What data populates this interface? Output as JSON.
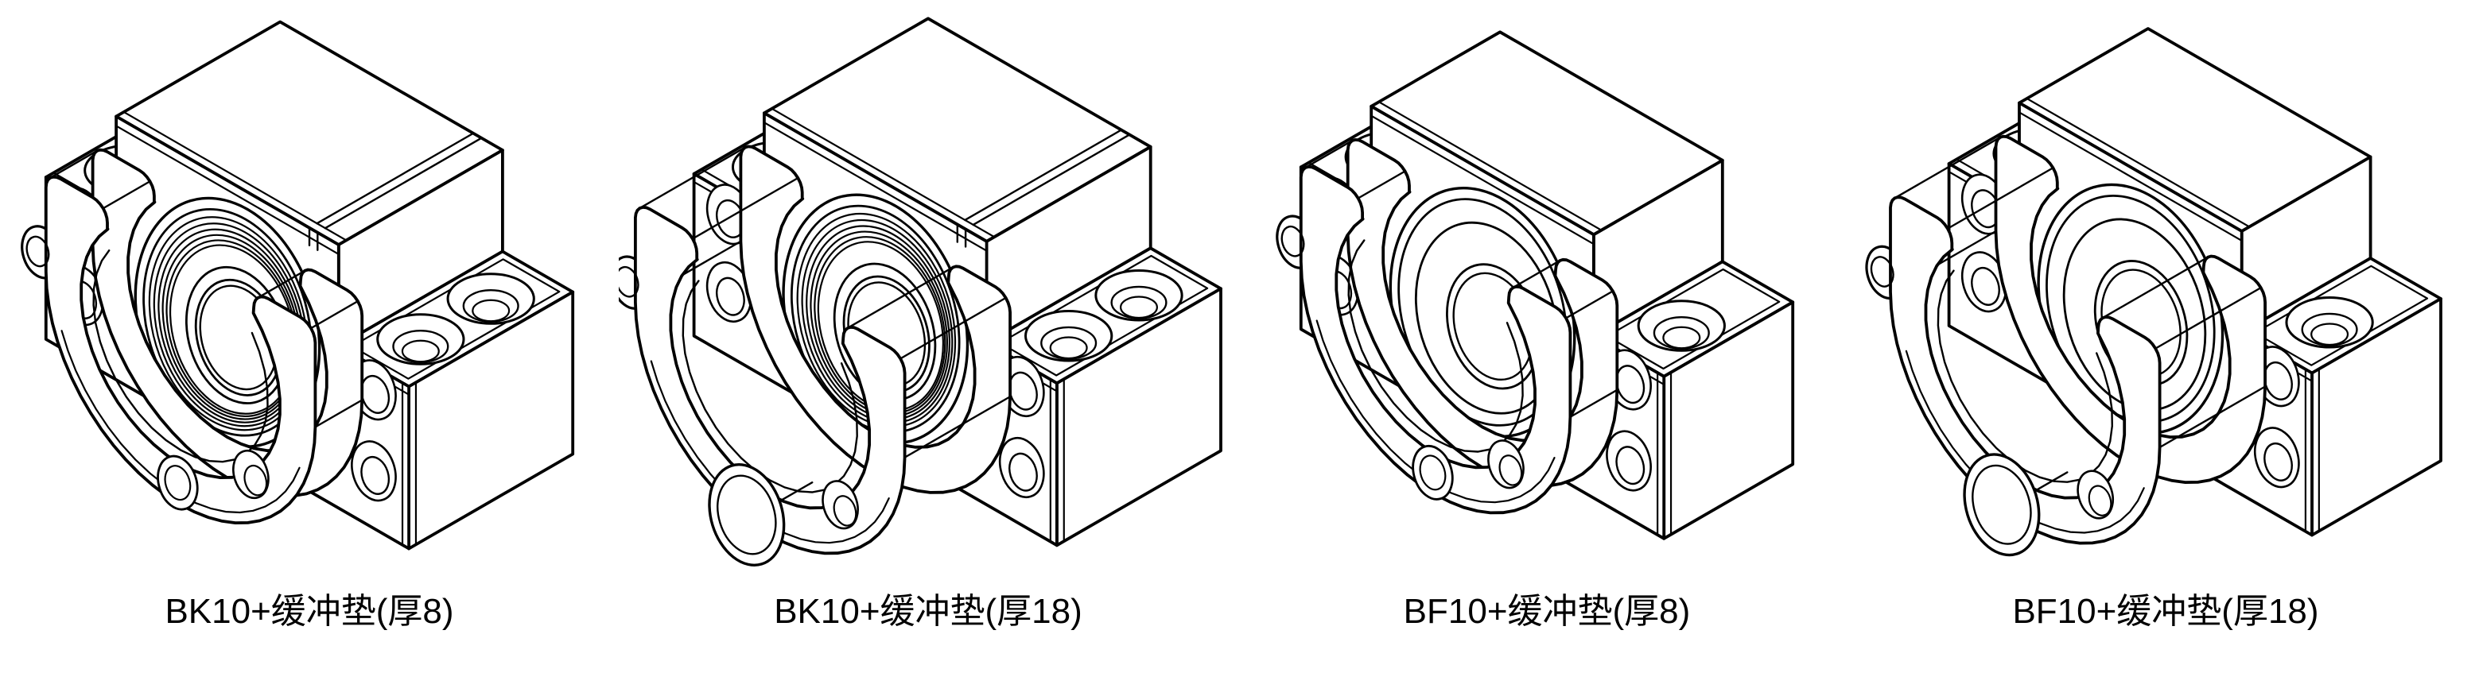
{
  "page": {
    "background": "#ffffff",
    "line_color": "#000000"
  },
  "figures": [
    {
      "caption": "BK10+缓冲垫(厚8)",
      "model": "BK10",
      "pad_thickness": 8
    },
    {
      "caption": "BK10+缓冲垫(厚18)",
      "model": "BK10",
      "pad_thickness": 18
    },
    {
      "caption": "BF10+缓冲垫(厚8)",
      "model": "BF10",
      "pad_thickness": 8
    },
    {
      "caption": "BF10+缓冲垫(厚18)",
      "model": "BF10",
      "pad_thickness": 18
    }
  ]
}
